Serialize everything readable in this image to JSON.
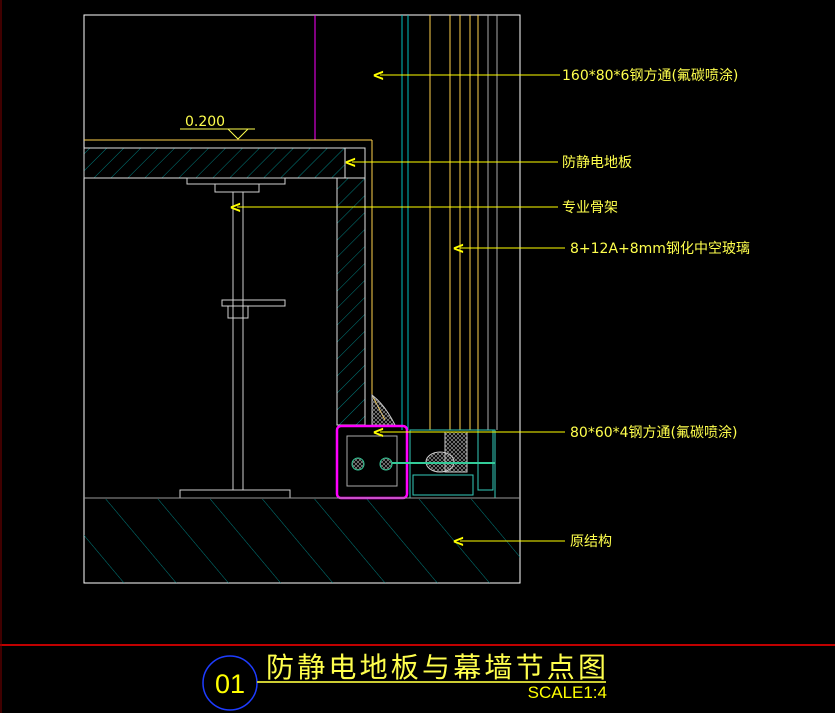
{
  "level_mark": "0.200",
  "callouts": [
    {
      "text": "160*80*6钢方通(氟碳喷涂)"
    },
    {
      "text": "防静电地板"
    },
    {
      "text": "专业骨架"
    },
    {
      "text": "8+12A+8mm钢化中空玻璃"
    },
    {
      "text": "80*60*4钢方通(氟碳喷涂)"
    },
    {
      "text": "原结构"
    }
  ],
  "title_block": {
    "number": "01",
    "title": "防静电地板与幕墙节点图",
    "scale": "SCALE1:4"
  },
  "colors": {
    "leader": "#ffff00",
    "frame": "#ffffff",
    "glass": "#00c0c0",
    "steel": "#ff00ff",
    "border": "#c00000",
    "circle": "#1e3cff"
  }
}
